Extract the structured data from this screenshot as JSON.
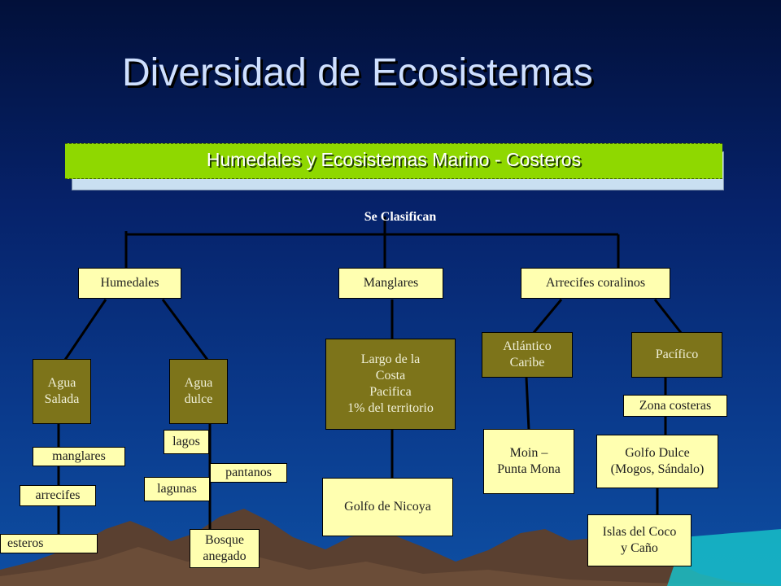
{
  "slide": {
    "title": "Diversidad de Ecosistemas",
    "banner": "Humedales y Ecosistemas  Marino - Costeros",
    "classify_label": "Se Clasifican"
  },
  "nodes": {
    "humedales": "Humedales",
    "manglares": "Manglares",
    "arrecifes_coralinos": "Arrecifes coralinos",
    "agua_salada": "Agua\nSalada",
    "agua_dulce": "Agua\ndulce",
    "largo_costa": "Largo de la\nCosta\nPacifica\n1% del territorio",
    "atlantico": "Atlántico\nCaribe",
    "pacifico": "Pacífico",
    "manglares_leaf": "manglares",
    "arrecifes_leaf": "arrecifes",
    "esteros": "esteros",
    "lagos": "lagos",
    "lagunas": "lagunas",
    "pantanos": "pantanos",
    "bosque": "Bosque\nanegado",
    "golfo_nicoya": "Golfo de Nicoya",
    "moin": "Moin –\nPunta Mona",
    "zona_costeras": "Zona costeras",
    "golfo_dulce": "Golfo Dulce\n(Mogos, Sándalo)",
    "islas_coco": "Islas del Coco\ny Caño"
  },
  "colors": {
    "pale_box": "#ffffb0",
    "olive_box": "#7d741a",
    "banner": "#8fd800"
  }
}
